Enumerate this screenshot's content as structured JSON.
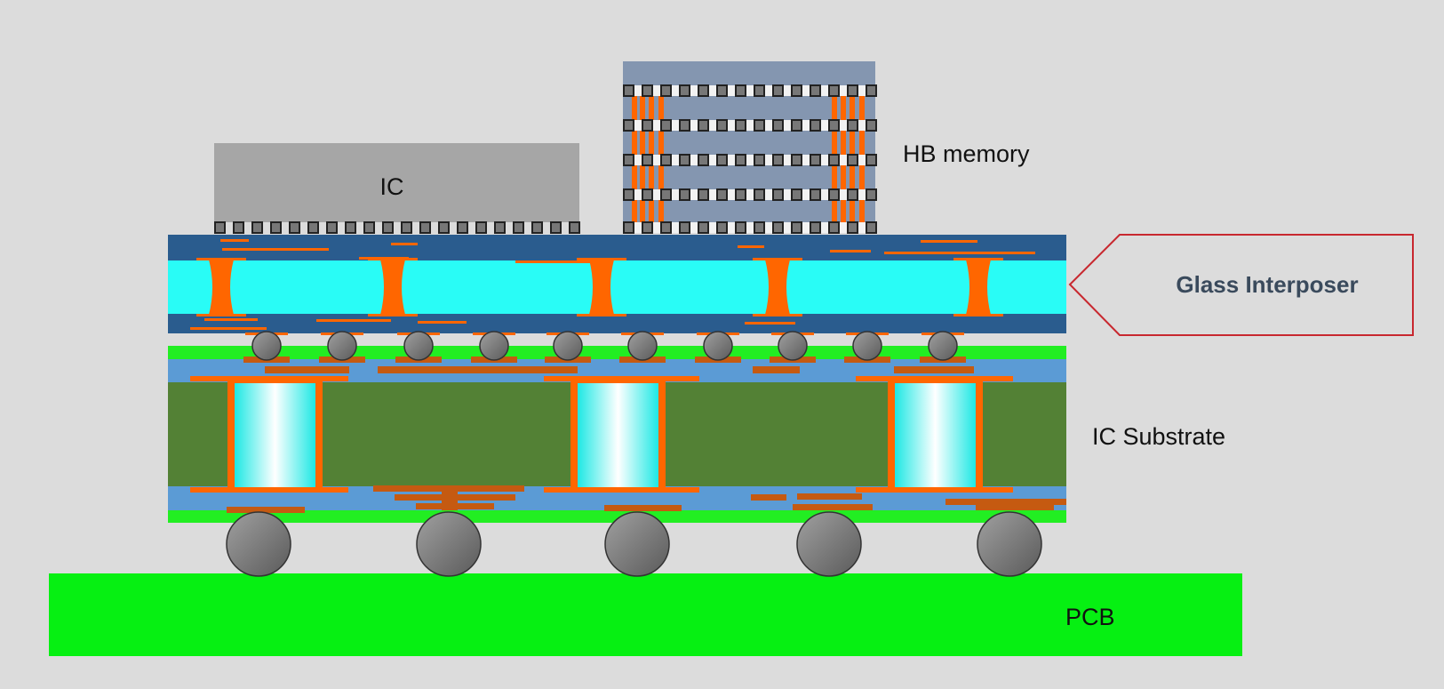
{
  "labels": {
    "ic": "IC",
    "hb_memory": "HB memory",
    "glass_interposer": "Glass Interposer",
    "ic_substrate": "IC Substrate",
    "pcb": "PCB"
  },
  "colors": {
    "background": "#dcdcdc",
    "pcb": "#06f012",
    "substrate_core": "#538135",
    "substrate_buildup": "#5b9bd5",
    "substrate_solder_mask": "#22ee22",
    "interposer_glass": "#29fcf6",
    "interposer_rdl": "#2a5c8e",
    "ic_die": "#a6a6a6",
    "memory_die": "#8496b0",
    "copper": "#ff6600",
    "copper_dark": "#c55a11",
    "solder_ball": "#7f7f7f",
    "callout_border": "#c8282f",
    "callout_text": "#3a4a5c"
  }
}
